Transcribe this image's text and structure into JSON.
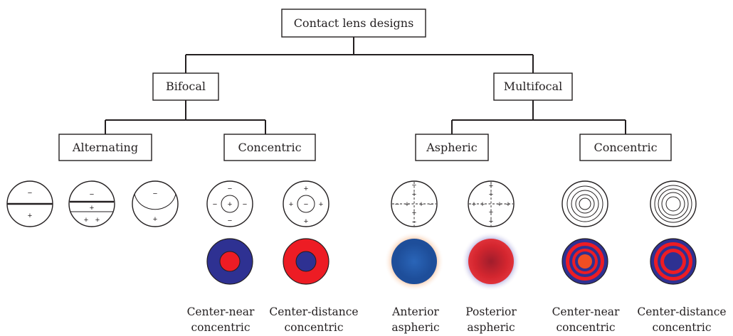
{
  "tree": {
    "root": "Contact lens designs",
    "bifocal": "Bifocal",
    "multifocal": "Multifocal",
    "alternating": "Alternating",
    "bifocal_concentric": "Concentric",
    "aspheric": "Aspheric",
    "multifocal_concentric": "Concentric"
  },
  "signs": {
    "plus": "+",
    "minus": "−"
  },
  "captions": {
    "bifocal_center_near": [
      "Center-near",
      "concentric"
    ],
    "bifocal_center_distance": [
      "Center-distance",
      "concentric"
    ],
    "anterior_aspheric": [
      "Anterior",
      "aspheric"
    ],
    "posterior_aspheric": [
      "Posterior",
      "aspheric"
    ],
    "multifocal_center_near": [
      "Center-near",
      "concentric"
    ],
    "multifocal_center_distance": [
      "Center-distance",
      "concentric"
    ]
  },
  "colors": {
    "blue": "#2e3192",
    "red": "#ed1c24",
    "aspheric_blue": "#1f4e9c",
    "aspheric_red": "#c1272d",
    "outline": "#231f20"
  }
}
